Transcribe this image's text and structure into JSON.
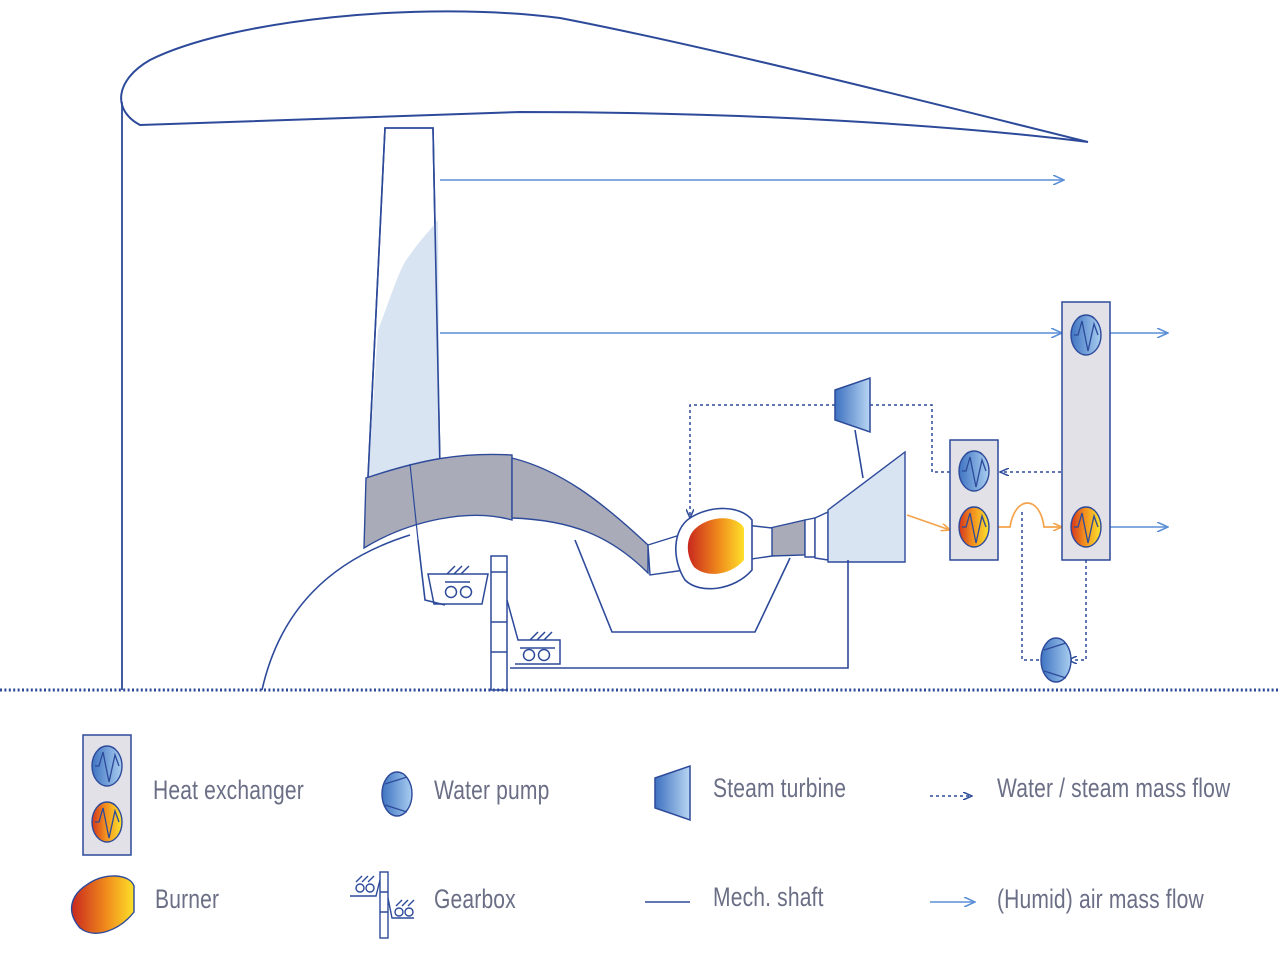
{
  "colors": {
    "line": "#2d4a9a",
    "air_flow": "#5b8fd6",
    "hot_flow": "#f5a34a",
    "duct_fill": "#d8e4f2",
    "engine_gray": "#a9abb8",
    "hx_box": "#e3e1e8",
    "ground": "#2d4a9a",
    "text": "#6b6f86"
  },
  "legend": {
    "heat_exchanger": "Heat exchanger",
    "water_pump": "Water pump",
    "steam_turbine": "Steam turbine",
    "water_steam_flow": "Water / steam mass flow",
    "burner": "Burner",
    "gearbox": "Gearbox",
    "mech_shaft": "Mech. shaft",
    "air_flow": "(Humid) air mass flow"
  },
  "icons": {
    "heat_exchanger": "heat-exchanger-icon",
    "water_pump": "water-pump-icon",
    "steam_turbine": "steam-turbine-icon",
    "burner": "burner-icon",
    "gearbox": "gearbox-icon"
  }
}
